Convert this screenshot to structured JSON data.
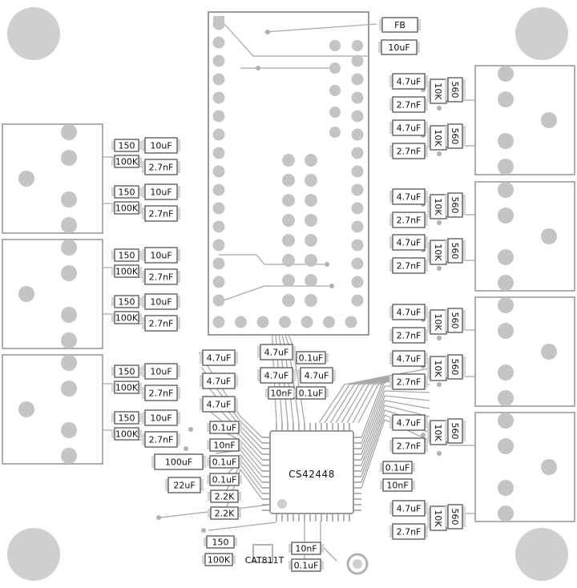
{
  "chip": {
    "name": "CS42448"
  },
  "supervisor": {
    "name": "CAT811T"
  },
  "header_labels": {
    "fb": "FB",
    "cap": "10uF"
  },
  "left_groups": [
    {
      "r1": "150",
      "c1": "10uF",
      "r2": "100K",
      "c2": "2.7nF"
    },
    {
      "r1": "150",
      "c1": "10uF",
      "r2": "100K",
      "c2": "2.7nF"
    },
    {
      "r1": "150",
      "c1": "10uF",
      "r2": "100K",
      "c2": "2.7nF"
    },
    {
      "r1": "150",
      "c1": "10uF",
      "r2": "100K",
      "c2": "2.7nF"
    },
    {
      "r1": "150",
      "c1": "10uF",
      "r2": "100K",
      "c2": "2.7nF"
    },
    {
      "r1": "150",
      "c1": "10uF",
      "r2": "100K",
      "c2": "2.7nF"
    }
  ],
  "right_groups": [
    {
      "c1": "4.7uF",
      "c2": "2.7nF",
      "r1": "10K",
      "r2": "560"
    },
    {
      "c1": "4.7uF",
      "c2": "2.7nF",
      "r1": "10K",
      "r2": "560"
    },
    {
      "c1": "4.7uF",
      "c2": "2.7nF",
      "r1": "10K",
      "r2": "560"
    },
    {
      "c1": "4.7uF",
      "c2": "2.7nF",
      "r1": "10K",
      "r2": "560"
    },
    {
      "c1": "4.7uF",
      "c2": "2.7nF",
      "r1": "10K",
      "r2": "560"
    },
    {
      "c1": "4.7uF",
      "c2": "2.7nF",
      "r1": "10K",
      "r2": "560"
    },
    {
      "c1": "4.7uF",
      "c2": "2.7nF",
      "r1": "10K",
      "r2": "560"
    },
    {
      "c1": "4.7uF",
      "c2": "2.7nF",
      "r1": "10K",
      "r2": "560"
    }
  ],
  "center_caps": {
    "top_a": "4.7uF",
    "top_b": "0.1uF",
    "mid_a": "4.7uF",
    "mid_b": "4.7uF",
    "bot_a": "10nF",
    "bot_b": "0.1uF"
  },
  "left_chip_parts": [
    "4.7uF",
    "4.7uF",
    "4.7uF",
    "0.1uF",
    "10nF",
    "100uF",
    "0.1uF",
    "22uF",
    "0.1uF",
    "2.2K",
    "2.2K"
  ],
  "right_chip_parts": [
    "0.1uF",
    "10nF"
  ],
  "bottom_parts": [
    "150",
    "100K",
    "10nF",
    "0.1uF"
  ],
  "colors": {
    "outline": "#9a9a9a",
    "pad": "#c4c4c4",
    "mount_hole": "#cfcfcf",
    "trace": "#a8a8a8",
    "part_fill": "#d6d6d6"
  }
}
